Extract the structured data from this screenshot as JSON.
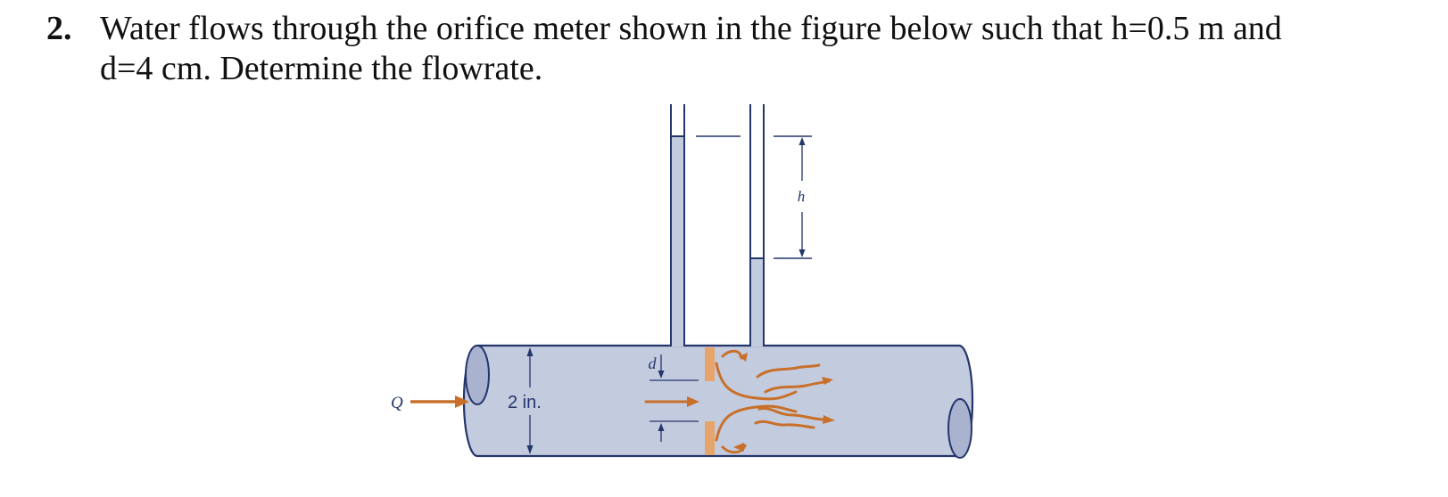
{
  "problem": {
    "number": "2.",
    "line1": "Water flows through the orifice meter shown in the figure below such that h=0.5 m and",
    "line2": "d=4 cm. Determine the flowrate."
  },
  "figure": {
    "labels": {
      "flow": "Q",
      "pipe_diameter": "2 in.",
      "orifice_diameter": "d",
      "head_difference": "h"
    },
    "colors": {
      "water": "#c3cbdf",
      "pipe_outline": "#24356b",
      "flow_arrows": "#c8702a",
      "orifice_plate": "#e6a36a",
      "pipe_end": "#a9b3cf"
    }
  }
}
